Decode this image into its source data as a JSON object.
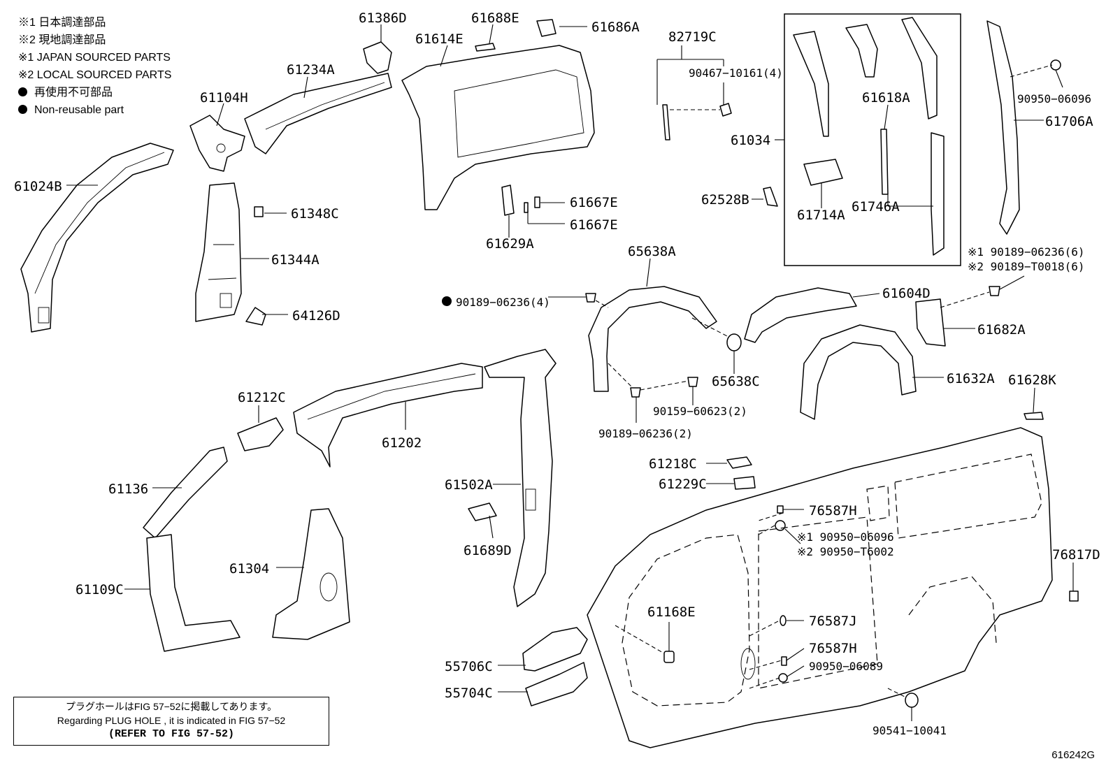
{
  "legend": {
    "jp_line1": "※1  日本調達部品",
    "jp_line2": "※2  現地調達部品",
    "en_line1": "※1  JAPAN SOURCED PARTS",
    "en_line2": "※2  LOCAL SOURCED PARTS",
    "jp_nonreuse": "再使用不可部品",
    "en_nonreuse": "Non-reusable part"
  },
  "note": {
    "jp": "プラグホールはFIG 57−52に掲載してあります。",
    "en": "Regarding  PLUG  HOLE , it is indicated in FIG  57−52",
    "ref": "(REFER TO FIG 57-52)"
  },
  "figure_id": "616242G",
  "labels": {
    "p61386D": "61386D",
    "p61688E": "61688E",
    "p61686A": "61686A",
    "p61614E": "61614E",
    "p61234A": "61234A",
    "p61104H": "61104H",
    "p61024B": "61024B",
    "p61348C": "61348C",
    "p61344A": "61344A",
    "p64126D": "64126D",
    "p82719C": "82719C",
    "p90467": "90467−10161(4)",
    "p61034": "61034",
    "p62528B": "62528B",
    "p61667E_a": "61667E",
    "p61667E_b": "61667E",
    "p61629A": "61629A",
    "p61618A": "61618A",
    "p61714A": "61714A",
    "p61746A": "61746A",
    "p90950_06096_top": "90950−06096",
    "p61706A": "61706A",
    "p90189_06236_6": "※1 90189−06236(6)",
    "p90189_T0018_6": "※2 90189−T0018(6)",
    "p65638A": "65638A",
    "p90189_06236_4": "90189−06236(4)",
    "p61604D": "61604D",
    "p61682A": "61682A",
    "p65638C": "65638C",
    "p61632A": "61632A",
    "p61628K": "61628K",
    "p90159": "90159−60623(2)",
    "p90189_06236_2": "90189−06236(2)",
    "p61212C": "61212C",
    "p61202": "61202",
    "p61136": "61136",
    "p61502A": "61502A",
    "p61689D": "61689D",
    "p61218C": "61218C",
    "p61229C": "61229C",
    "p76587H_top": "76587H",
    "p90950_06096_mid": "※1 90950−06096",
    "p90950_T6002": "※2 90950−T6002",
    "p76817D": "76817D",
    "p61109C": "61109C",
    "p61304": "61304",
    "p61168E": "61168E",
    "p76587J": "76587J",
    "p76587H_low": "76587H",
    "p90950_06089": "90950−06089",
    "p55706C": "55706C",
    "p55704C": "55704C",
    "p90541": "90541−10041"
  }
}
